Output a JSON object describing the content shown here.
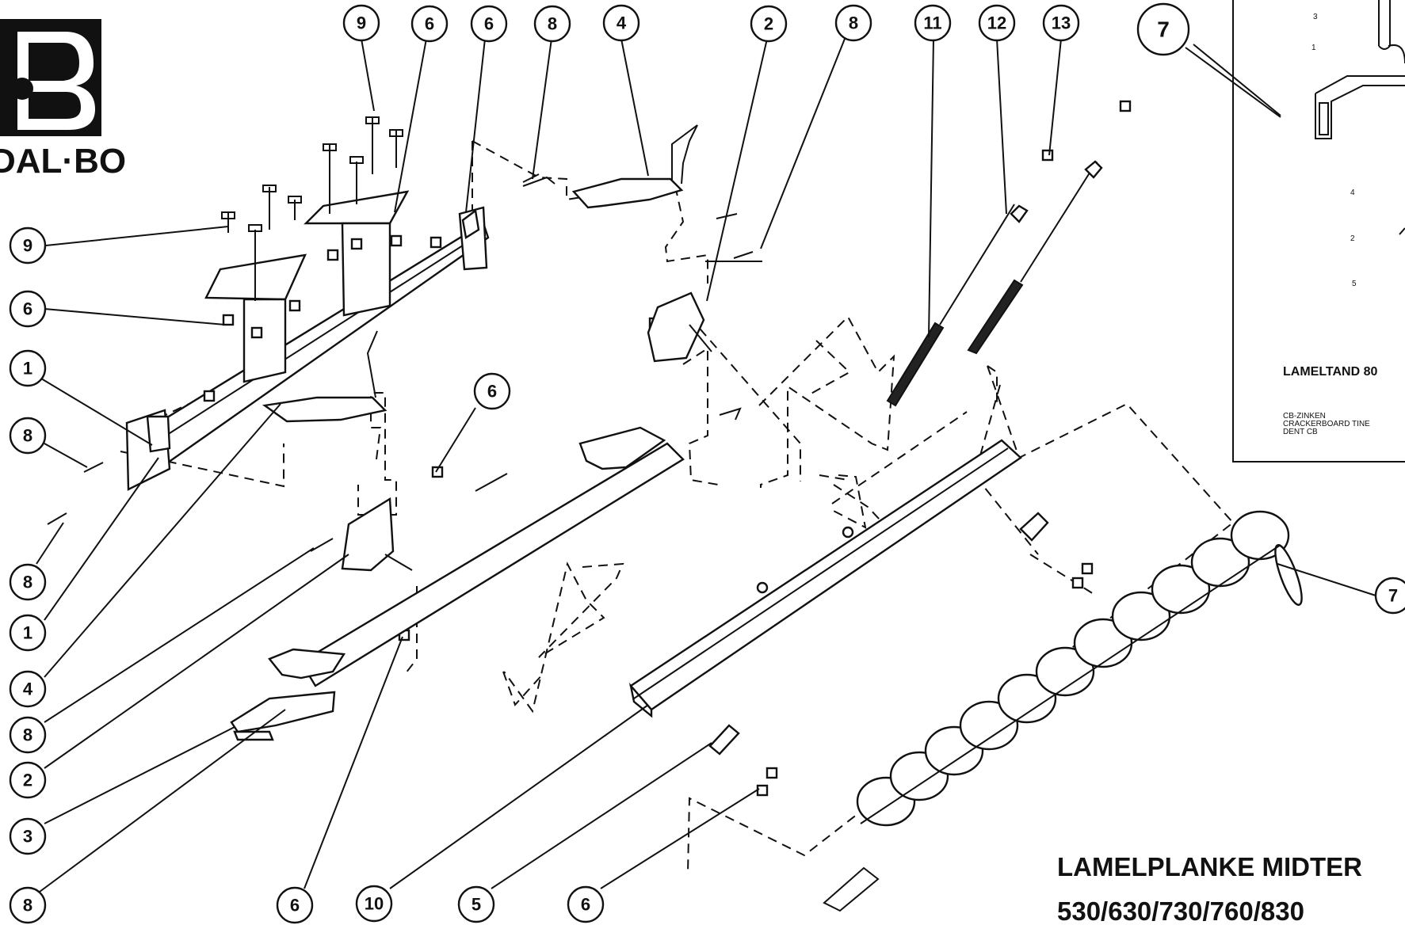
{
  "logo": {
    "text": "DAL·BO"
  },
  "title": {
    "line1": "LAMELPLANKE MIDTER",
    "line2": "530/630/730/760/830"
  },
  "inset": {
    "title": "LAMELTAND 80",
    "caption": [
      "CB-ZINKEN",
      "CRACKERBOARD TINE",
      "DENT CB"
    ],
    "numbers": [
      "3",
      "1",
      "4",
      "2",
      "5"
    ]
  },
  "balloons": [
    {
      "label": "9"
    },
    {
      "label": "6"
    },
    {
      "label": "6"
    },
    {
      "label": "8"
    },
    {
      "label": "4"
    },
    {
      "label": "2"
    },
    {
      "label": "8"
    },
    {
      "label": "11"
    },
    {
      "label": "12"
    },
    {
      "label": "13"
    },
    {
      "label": "7"
    },
    {
      "label": "9"
    },
    {
      "label": "6"
    },
    {
      "label": "1"
    },
    {
      "label": "8"
    },
    {
      "label": "8"
    },
    {
      "label": "1"
    },
    {
      "label": "4"
    },
    {
      "label": "8"
    },
    {
      "label": "2"
    },
    {
      "label": "3"
    },
    {
      "label": "8"
    },
    {
      "label": "6"
    },
    {
      "label": "10"
    },
    {
      "label": "5"
    },
    {
      "label": "6"
    },
    {
      "label": "6"
    },
    {
      "label": "7"
    }
  ]
}
